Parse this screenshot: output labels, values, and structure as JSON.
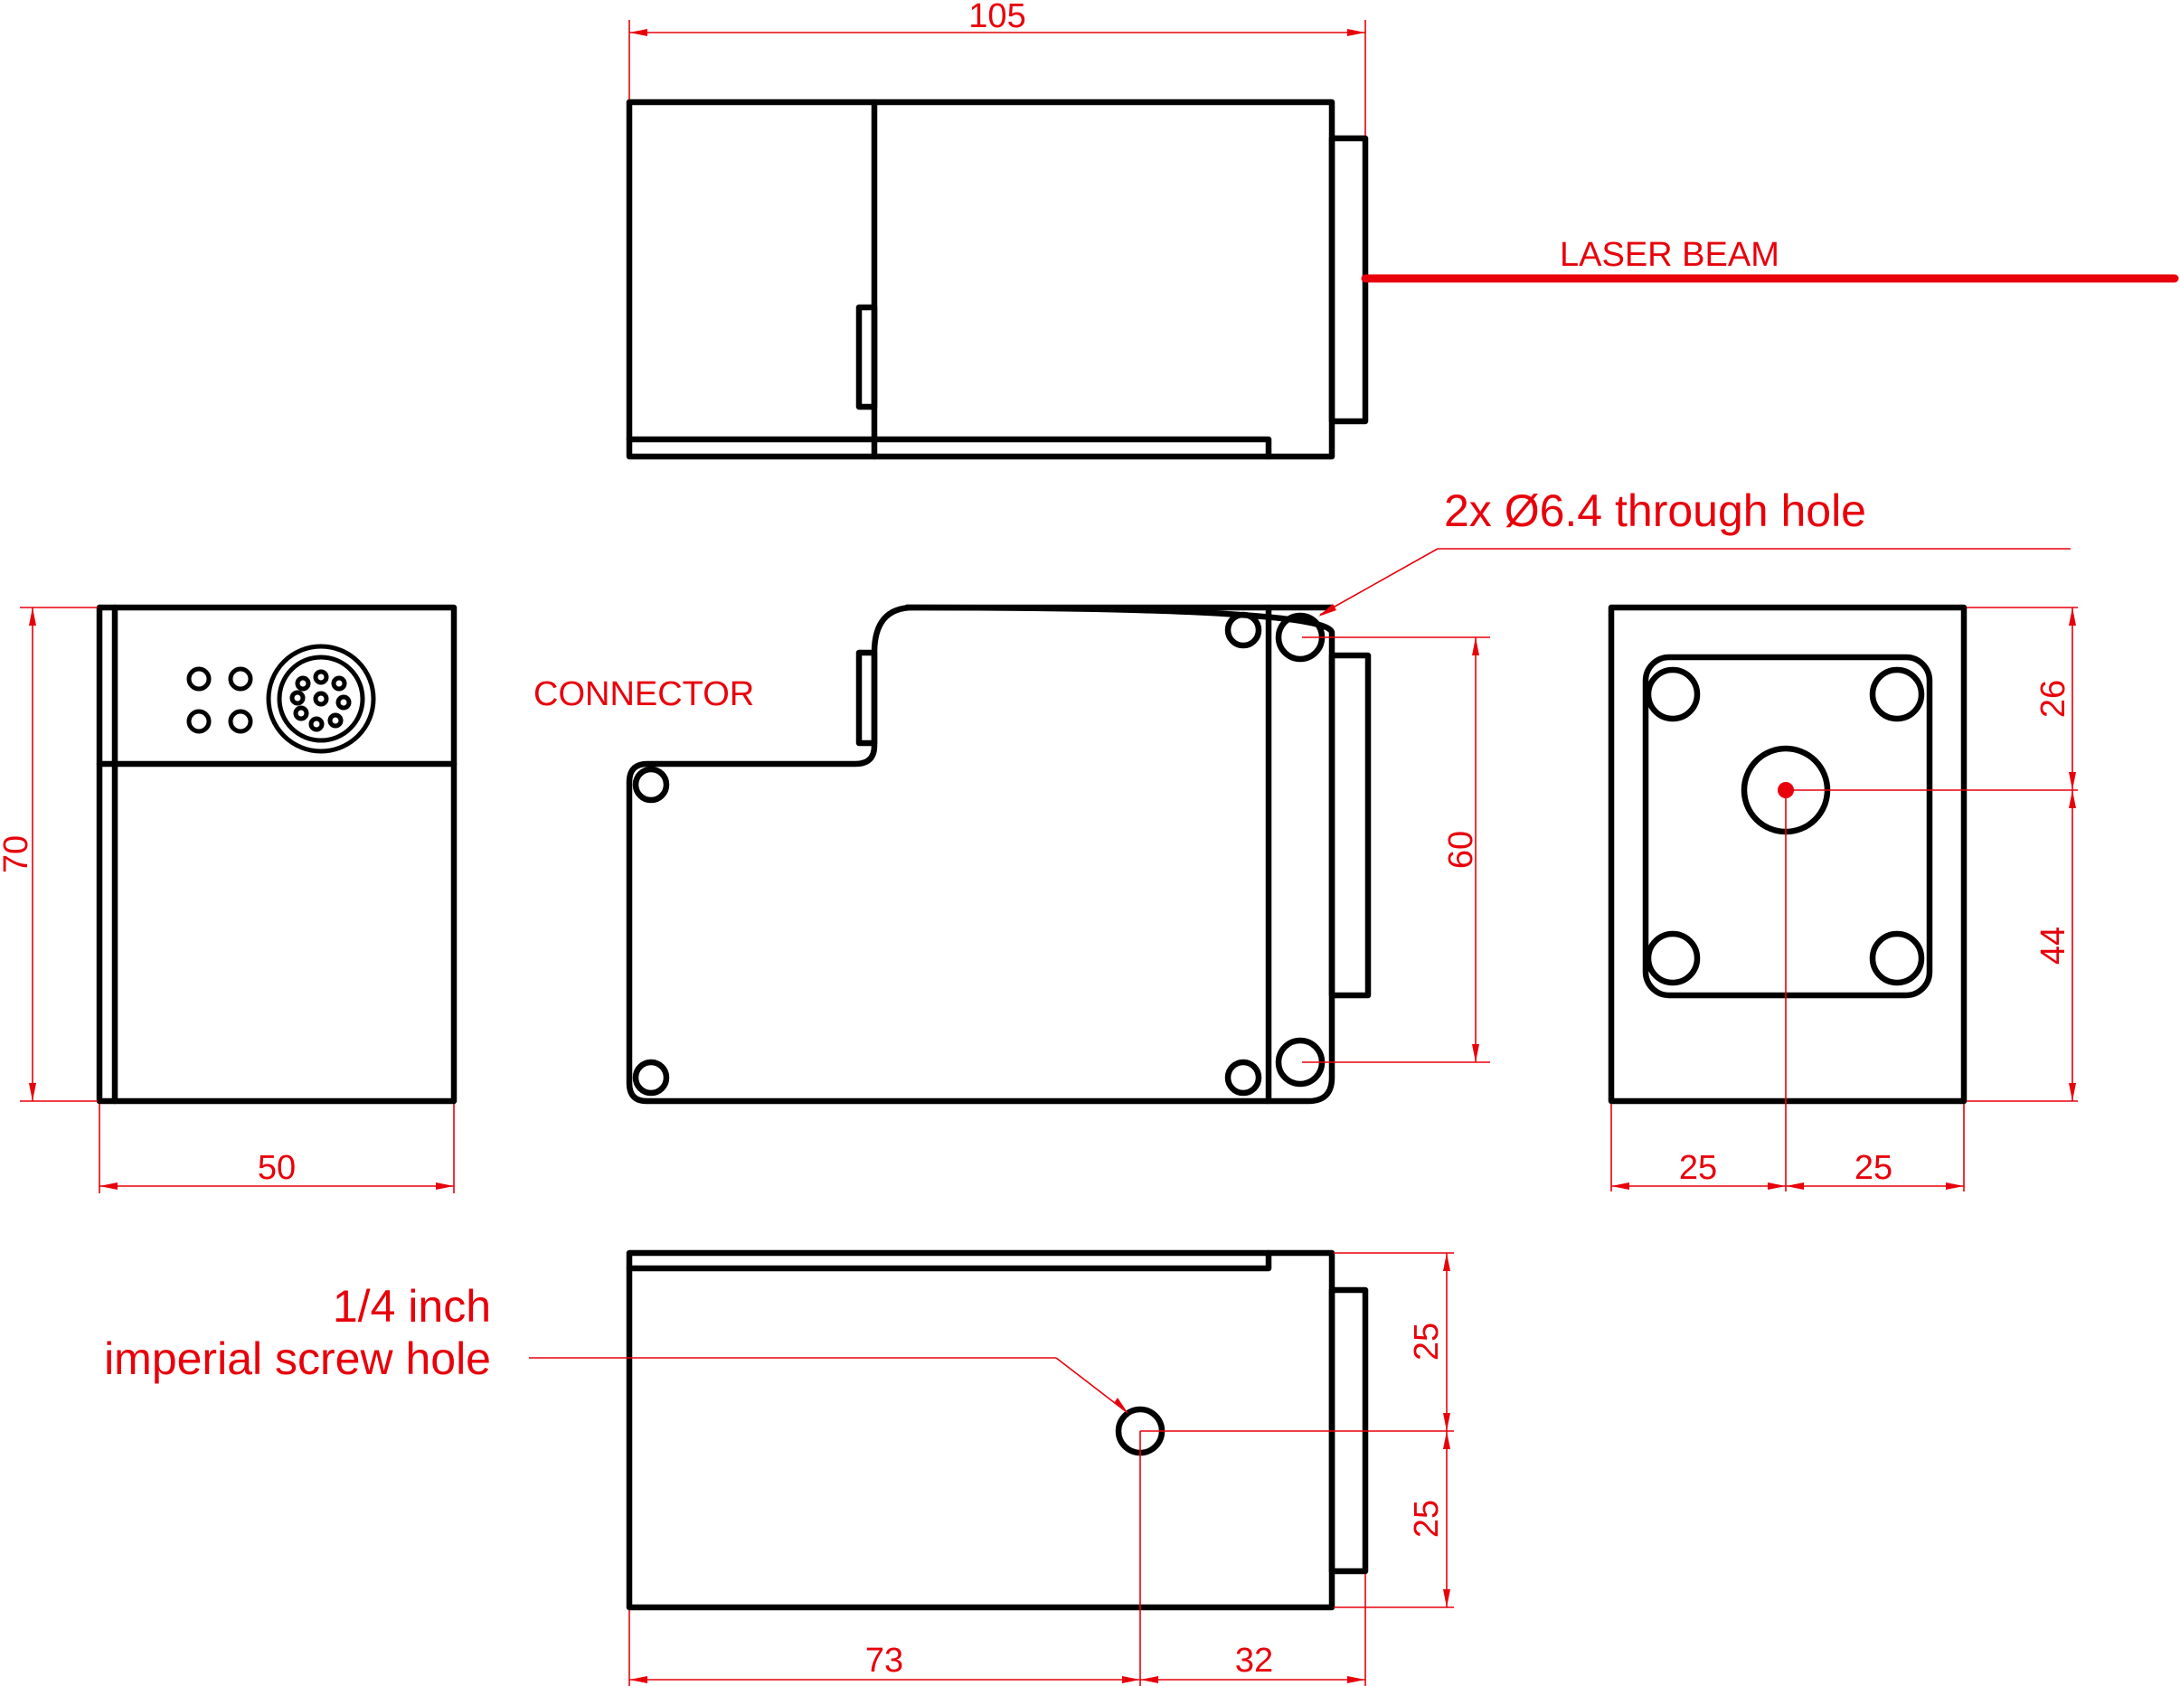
{
  "labels": {
    "laser_beam": "LASER BEAM",
    "connector": "CONNECTOR",
    "through_hole": "2x Ø6.4 through hole",
    "screw_hole_line1": "1/4 inch",
    "screw_hole_line2": "imperial screw hole"
  },
  "dimensions": {
    "length": "105",
    "height": "70",
    "width": "50",
    "hole_spacing": "60",
    "beam_from_top": "26",
    "beam_from_bottom": "44",
    "beam_from_left": "25",
    "beam_from_right": "25",
    "screw_from_top": "25",
    "screw_from_bottom": "25",
    "screw_from_back": "73",
    "screw_from_front": "32"
  },
  "colors": {
    "outline": "#000000",
    "annotation": "#e8000b"
  }
}
